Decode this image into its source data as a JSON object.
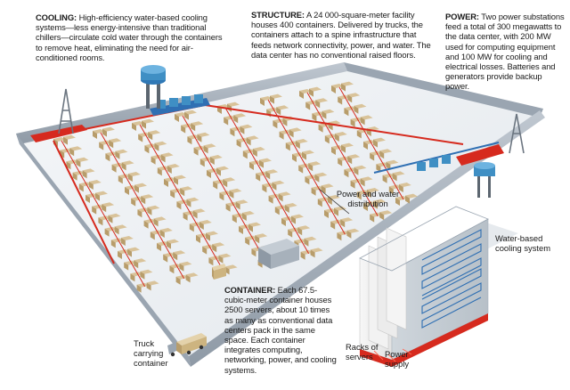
{
  "cooling": {
    "heading": "COOLING:",
    "body": "High-efficiency water-based cooling systems—less energy-intensive than traditional chillers—circulate cold water through the containers to remove heat, eliminating the need for air-conditioned rooms."
  },
  "structure": {
    "heading": "STRUCTURE:",
    "body": "A 24 000-square-meter facility houses 400 containers. Delivered by trucks, the containers attach to a spine infrastructure that feeds network connectivity, power, and water. The data center has no conventional raised floors."
  },
  "power": {
    "heading": "POWER:",
    "body": "Two power substations feed a total of 300 megawatts to the data center, with 200 MW used for computing equipment and 100 MW for cooling and electrical losses. Batteries and generators provide backup power."
  },
  "container": {
    "heading": "CONTAINER:",
    "body": "Each 67.5-cubic-meter container houses 2500 servers, about 10 times as many as conventional data centers pack in the same space. Each container integrates computing, networking, power, and cooling systems."
  },
  "labels": {
    "power_water_line1": "Power and water",
    "power_water_line2": "distribution",
    "water_cooling_line1": "Water-based",
    "water_cooling_line2": "cooling system",
    "truck_line1": "Truck",
    "truck_line2": "carrying",
    "truck_line3": "container",
    "racks_line1": "Racks of",
    "racks_line2": "servers",
    "power_supply_line1": "Power",
    "power_supply_line2": "supply"
  },
  "colors": {
    "wall": "#aab4bf",
    "floor": "#eef1f4",
    "container": "#d9c39a",
    "container_dark": "#b89d6b",
    "pipe_red": "#d62a1e",
    "pipe_blue": "#2f6fb3",
    "tower": "#3f8fc4"
  }
}
